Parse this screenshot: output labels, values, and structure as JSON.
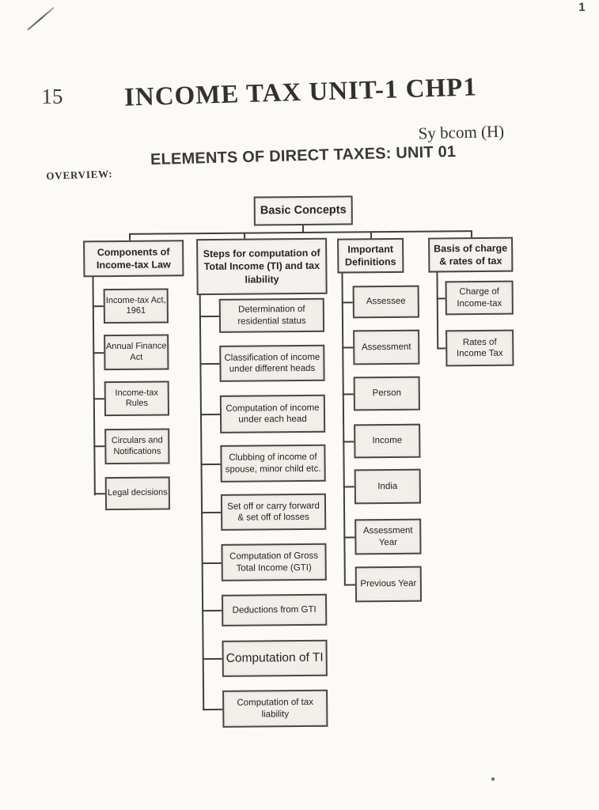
{
  "page": {
    "page_number": "1",
    "lesson_number": "15",
    "title": "INCOME TAX UNIT-1 CHP1",
    "author_line": "Sy bcom (H)",
    "heading": "ELEMENTS OF DIRECT TAXES: UNIT 01",
    "overview_label": "OVERVIEW:"
  },
  "diagram": {
    "root": "Basic Concepts",
    "branches": [
      {
        "title": "Components of Income-tax Law",
        "children": [
          "Income-tax Act, 1961",
          "Annual Finance Act",
          "Income-tax Rules",
          "Circulars and Notifications",
          "Legal decisions"
        ]
      },
      {
        "title": "Steps for computation of Total Income (TI) and tax liability",
        "children": [
          "Determination of residential status",
          "Classification of income under different heads",
          "Computation of income under each head",
          "Clubbing of income of spouse, minor child etc.",
          "Set off or carry forward & set off of losses",
          "Computation of Gross Total Income (GTI)",
          "Deductions from GTI",
          "Computation of TI",
          "Computation of tax liability"
        ]
      },
      {
        "title": "Important Definitions",
        "children": [
          "Assessee",
          "Assessment",
          "Person",
          "Income",
          "India",
          "Assessment Year",
          "Previous Year"
        ]
      },
      {
        "title": "Basis of charge & rates of tax",
        "children": [
          "Charge of Income-tax",
          "Rates of Income Tax"
        ]
      }
    ]
  },
  "colors": {
    "paper": "#fbfaf7",
    "ink": "#2b2927",
    "box_border": "#4a4743",
    "box_fill": "#f1efea",
    "line": "#413f3b"
  }
}
